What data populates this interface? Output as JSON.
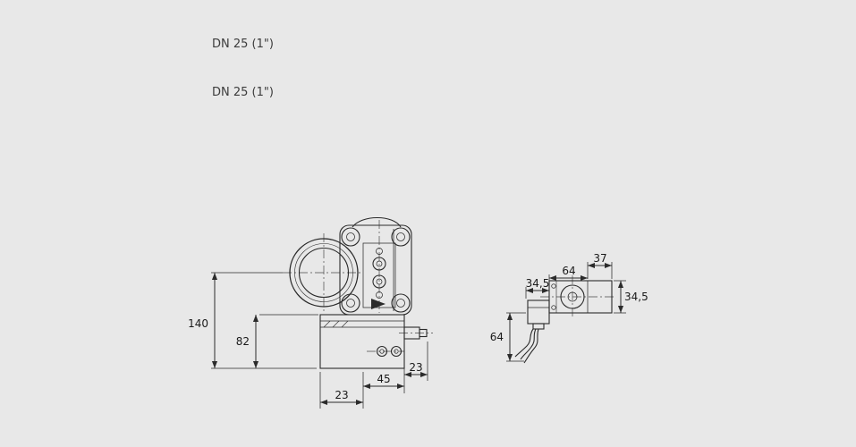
{
  "canvas": {
    "background": "#e8e8e8",
    "line_color": "#2b2b2b",
    "label_color": "#1a1a1a",
    "header_color": "#3c3c3c"
  },
  "header": {
    "line1": "DN 25 (1\")",
    "line2": "DN 25 (1\")"
  },
  "front_view": {
    "dimensions": {
      "total_height": "140",
      "actuator_height": "82",
      "bottom_left_width": "23",
      "bottom_center_width": "45",
      "bottom_right_width": "23"
    }
  },
  "side_view": {
    "dimensions": {
      "connector_depth": "34,5",
      "body_depth": "64",
      "top_width": "37",
      "body_height": "34,5",
      "coil_length": "64"
    }
  }
}
